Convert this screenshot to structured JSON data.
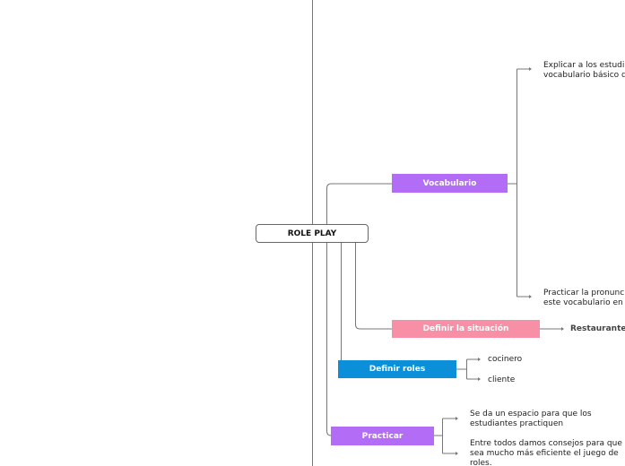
{
  "colors": {
    "line": "#777777",
    "vocabulario": "#b36cf5",
    "situacion": "#f78fa7",
    "roles": "#0b8fd8",
    "practicar": "#b36cf5"
  },
  "map": {
    "root": "ROLE PLAY",
    "vocabulario": {
      "label": "Vocabulario",
      "items": [
        "Explicar a los estudi",
        "vocabulario básico q",
        "Practicar la pronunc",
        "este vocabulario en"
      ]
    },
    "situacion": {
      "label": "Definir la situación",
      "item": "Restaurante c"
    },
    "roles": {
      "label": "Definir roles",
      "items": [
        "cocinero",
        "cliente"
      ]
    },
    "practicar": {
      "label": "Practicar",
      "items": [
        "Se da un espacio para que los",
        "estudiantes practiquen",
        "Entre todos damos consejos para que",
        "sea mucho más eficiente el juego de",
        "roles."
      ]
    }
  }
}
